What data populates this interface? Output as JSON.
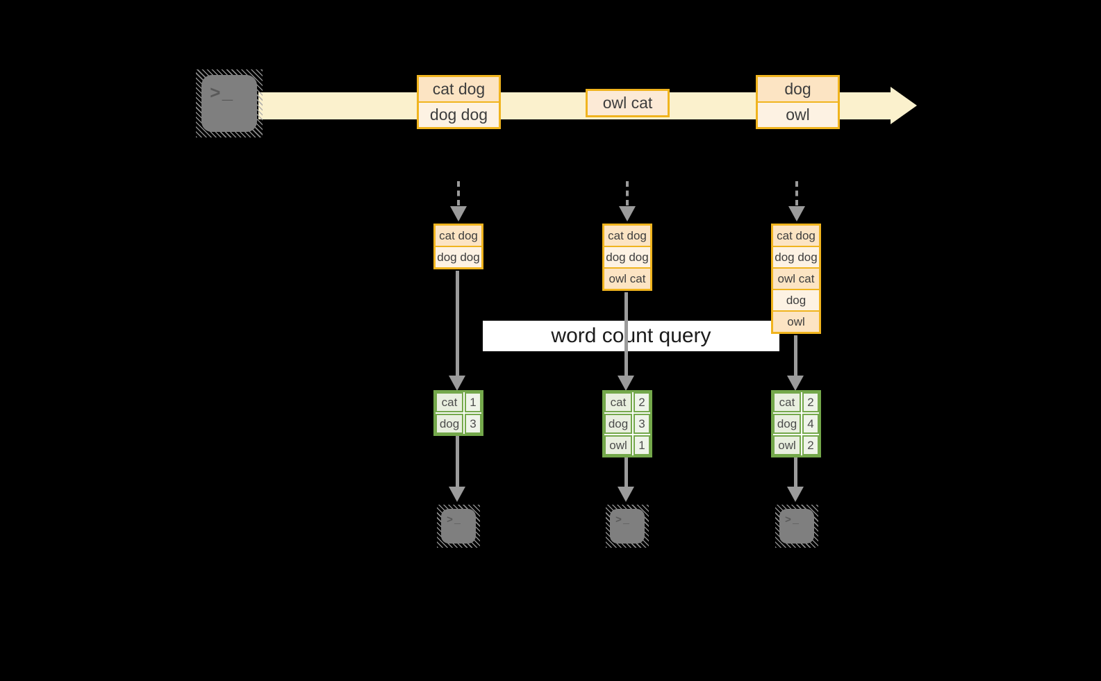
{
  "diagram": {
    "label": "word count query",
    "terminal_glyph": ">_"
  },
  "colors": {
    "background": "#000000",
    "stream_band": "#fbf1cd",
    "event_border": "#f0b41e",
    "event_fill_dark": "#fce4c3",
    "event_fill_light": "#fdf2e3",
    "table_border": "#74a84b",
    "table_word_fill": "#e9efdf",
    "table_count_fill": "#eff4e9",
    "arrow_gray": "#9b9b9b",
    "terminal_gray": "#7f7f7f",
    "label_background": "#ffffff"
  },
  "stream": {
    "events": [
      {
        "lines": [
          "cat dog",
          "dog dog"
        ]
      },
      {
        "lines": [
          "owl cat"
        ]
      },
      {
        "lines": [
          "dog",
          "owl"
        ]
      }
    ]
  },
  "columns": [
    {
      "buffer": [
        "cat dog",
        "dog dog"
      ],
      "counts": [
        {
          "word": "cat",
          "count": "1"
        },
        {
          "word": "dog",
          "count": "3"
        }
      ]
    },
    {
      "buffer": [
        "cat dog",
        "dog dog",
        "owl cat"
      ],
      "counts": [
        {
          "word": "cat",
          "count": "2"
        },
        {
          "word": "dog",
          "count": "3"
        },
        {
          "word": "owl",
          "count": "1"
        }
      ]
    },
    {
      "buffer": [
        "cat dog",
        "dog dog",
        "owl cat",
        "dog",
        "owl"
      ],
      "counts": [
        {
          "word": "cat",
          "count": "2"
        },
        {
          "word": "dog",
          "count": "4"
        },
        {
          "word": "owl",
          "count": "2"
        }
      ]
    }
  ]
}
